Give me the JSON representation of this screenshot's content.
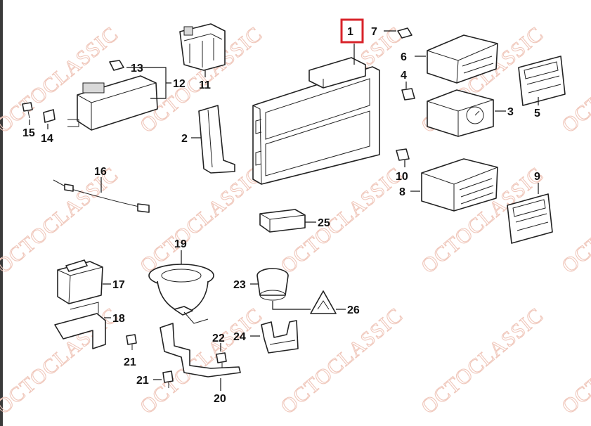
{
  "watermark": "OCTOCLASSIC",
  "highlight_color": "#d8232a",
  "watermark_color": "#f0c8bc",
  "selected_part": "1",
  "parts": {
    "p1": "1",
    "p2": "2",
    "p3": "3",
    "p4": "4",
    "p5": "5",
    "p6": "6",
    "p7": "7",
    "p8": "8",
    "p9": "9",
    "p10": "10",
    "p11": "11",
    "p12": "12",
    "p13": "13",
    "p14": "14",
    "p15": "15",
    "p16": "16",
    "p17": "17",
    "p18": "18",
    "p19": "19",
    "p20": "20",
    "p21a": "21",
    "p21b": "21",
    "p22": "22",
    "p23": "23",
    "p24": "24",
    "p25": "25",
    "p26": "26"
  }
}
